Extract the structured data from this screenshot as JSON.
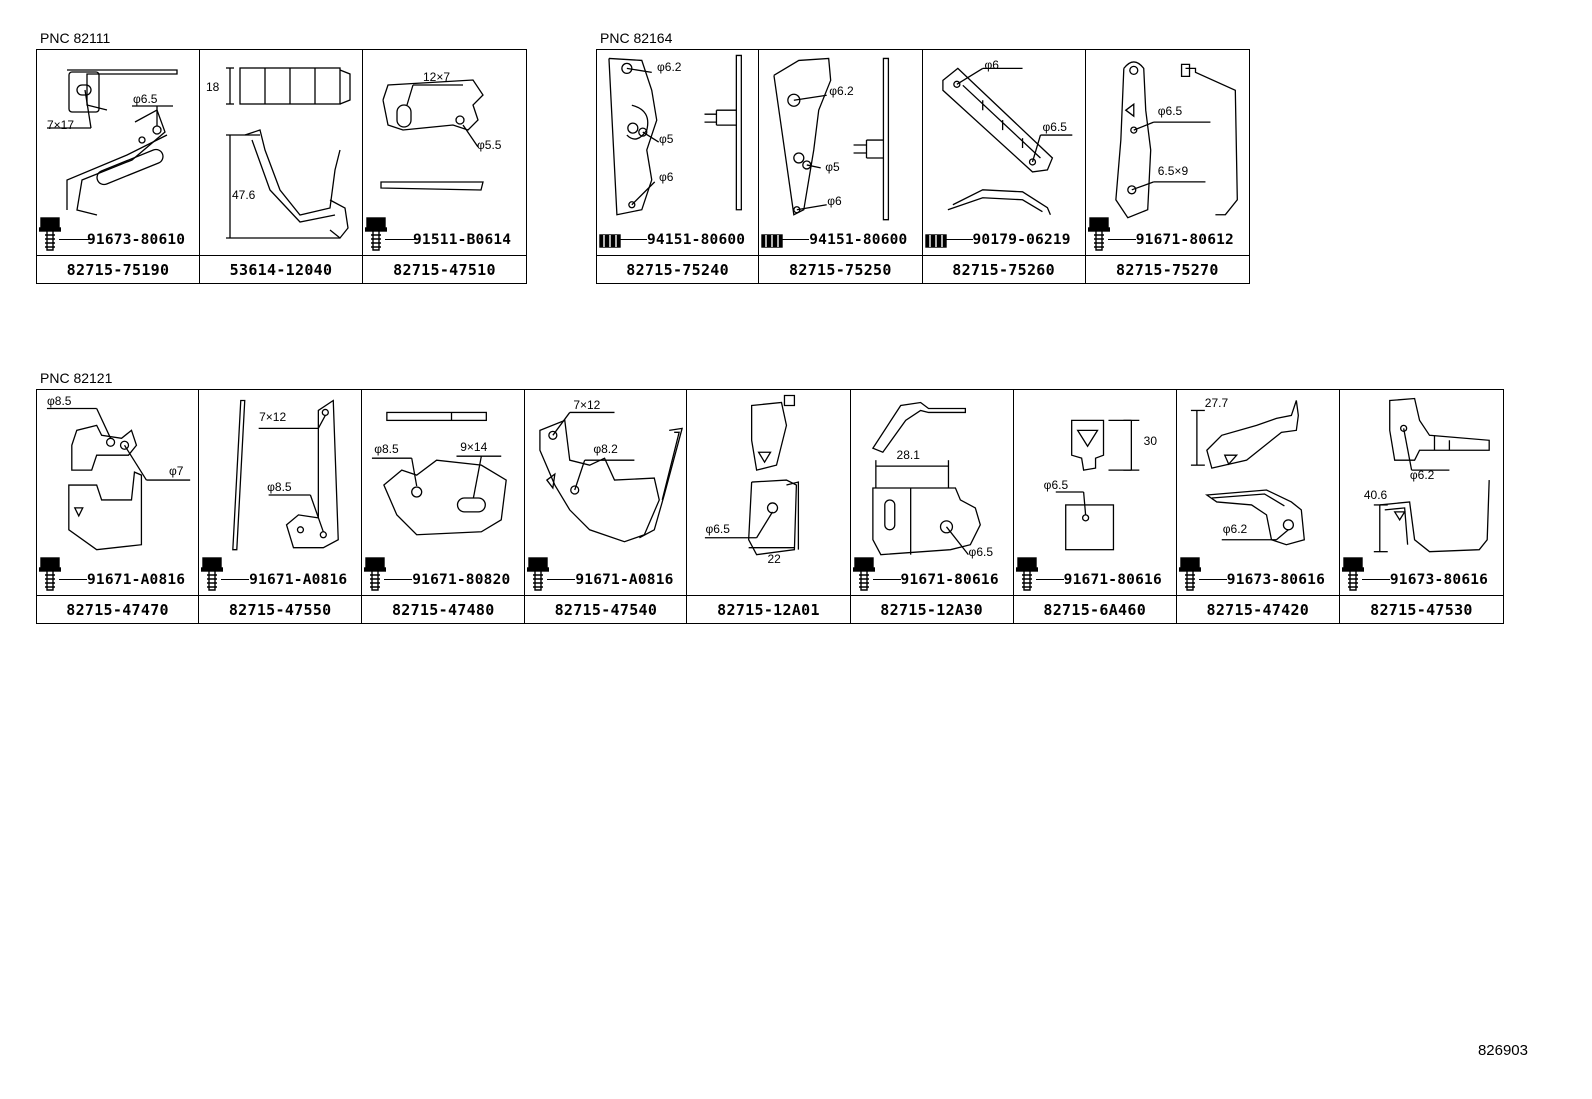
{
  "groups": [
    {
      "pnc": "PNC 82111",
      "cells": [
        {
          "part": "82715-75190",
          "fastener": "91673-80610",
          "fastener_icon": "bolt-icon",
          "dims": [
            "7×17",
            "φ6.5"
          ]
        },
        {
          "part": "53614-12040",
          "fastener": "",
          "fastener_icon": "",
          "dims": [
            "18",
            "47.6"
          ]
        },
        {
          "part": "82715-47510",
          "fastener": "91511-B0614",
          "fastener_icon": "bolt-icon",
          "dims": [
            "12×7",
            "φ5.5"
          ]
        }
      ]
    },
    {
      "pnc": "PNC 82164",
      "cells": [
        {
          "part": "82715-75240",
          "fastener": "94151-80600",
          "fastener_icon": "nut-icon",
          "dims": [
            "φ6.2",
            "φ5",
            "φ6"
          ]
        },
        {
          "part": "82715-75250",
          "fastener": "94151-80600",
          "fastener_icon": "nut-icon",
          "dims": [
            "φ6.2",
            "φ5",
            "φ6"
          ]
        },
        {
          "part": "82715-75260",
          "fastener": "90179-06219",
          "fastener_icon": "nut-icon",
          "dims": [
            "φ6",
            "φ6.5"
          ]
        },
        {
          "part": "82715-75270",
          "fastener": "91671-80612",
          "fastener_icon": "bolt-icon",
          "dims": [
            "φ6.5",
            "6.5×9"
          ]
        }
      ]
    },
    {
      "pnc": "PNC 82121",
      "cells": [
        {
          "part": "82715-47470",
          "fastener": "91671-A0816",
          "fastener_icon": "bolt-icon",
          "dims": [
            "φ8.5",
            "φ7"
          ]
        },
        {
          "part": "82715-47550",
          "fastener": "91671-A0816",
          "fastener_icon": "bolt-icon",
          "dims": [
            "7×12",
            "φ8.5"
          ]
        },
        {
          "part": "82715-47480",
          "fastener": "91671-80820",
          "fastener_icon": "bolt-icon",
          "dims": [
            "φ8.5",
            "9×14"
          ]
        },
        {
          "part": "82715-47540",
          "fastener": "91671-A0816",
          "fastener_icon": "bolt-icon",
          "dims": [
            "7×12",
            "φ8.2"
          ]
        },
        {
          "part": "82715-12A01",
          "fastener": "",
          "fastener_icon": "",
          "dims": [
            "φ6.5",
            "22"
          ]
        },
        {
          "part": "82715-12A30",
          "fastener": "91671-80616",
          "fastener_icon": "bolt-icon",
          "dims": [
            "28.1",
            "φ6.5"
          ]
        },
        {
          "part": "82715-6A460",
          "fastener": "91671-80616",
          "fastener_icon": "bolt-icon",
          "dims": [
            "30",
            "φ6.5"
          ]
        },
        {
          "part": "82715-47420",
          "fastener": "91673-80616",
          "fastener_icon": "bolt-icon",
          "dims": [
            "27.7",
            "φ6.2"
          ]
        },
        {
          "part": "82715-47530",
          "fastener": "91673-80616",
          "fastener_icon": "bolt-icon",
          "dims": [
            "40.6",
            "φ6.2"
          ]
        }
      ]
    }
  ],
  "diagram_code": "826903"
}
